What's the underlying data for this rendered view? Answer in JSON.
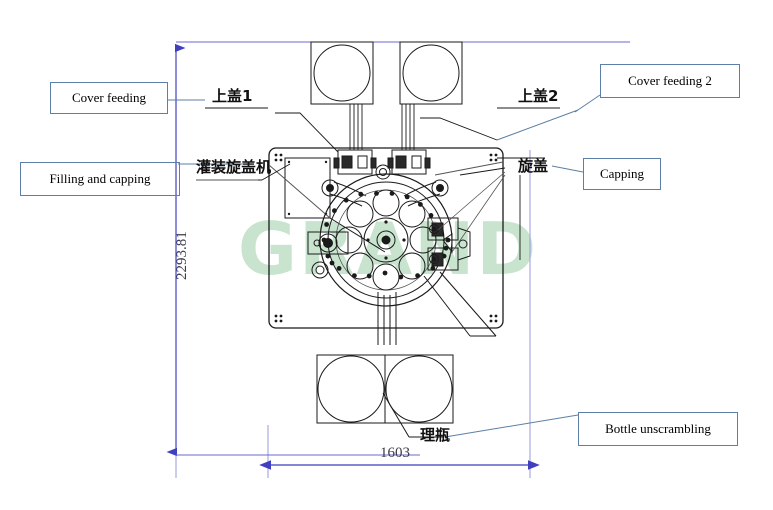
{
  "drawing": {
    "title": "Filling and capping machine layout",
    "watermark": "GRAND",
    "watermark_color": "#bfe0c6",
    "line_color": "#1a1a1a",
    "dimension_color": "#3f3fbf",
    "leader_color": "#5b7fa6",
    "background": "#ffffff"
  },
  "dimensions": {
    "height_label": "2293.81",
    "width_label": "1603"
  },
  "callouts": [
    {
      "id": "cover-feeding",
      "label": "Cover feeding"
    },
    {
      "id": "filling-and-capping",
      "label": "Filling and capping"
    },
    {
      "id": "cover-feeding-2",
      "label": "Cover feeding 2"
    },
    {
      "id": "capping",
      "label": "Capping"
    },
    {
      "id": "bottle-unscrambling",
      "label": "Bottle unscrambling"
    }
  ],
  "cn_labels": [
    {
      "id": "shang-gai-1",
      "text": "上盖1"
    },
    {
      "id": "guan-zhuang-xuan-gai-ji",
      "text": "灌装旋盖机"
    },
    {
      "id": "shang-gai-2",
      "text": "上盖2"
    },
    {
      "id": "xuan-gai",
      "text": "旋盖"
    },
    {
      "id": "li-ping",
      "text": "理瓶"
    }
  ]
}
